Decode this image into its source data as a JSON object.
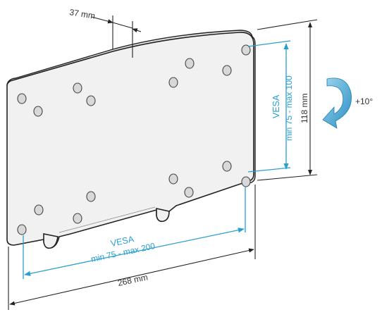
{
  "dimensions": {
    "width_label": "268 mm",
    "height_label": "118 mm",
    "depth_label": "37 mm",
    "tilt_label": "+10°"
  },
  "vesa_horizontal": {
    "line1": "VESA",
    "line2": "min 75 - max 200"
  },
  "vesa_vertical": {
    "line1": "VESA",
    "line2": "min 75 - max 100"
  },
  "colors": {
    "accent_blue": "#2a9fd0",
    "line_dark": "#222222",
    "plate_fill": "#f1f1f1"
  }
}
